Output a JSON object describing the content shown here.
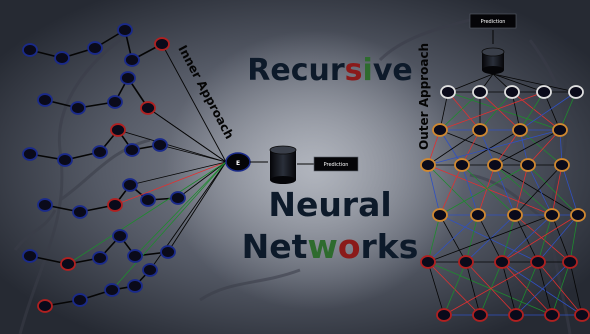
{
  "title": {
    "line1": [
      {
        "text": "Recur",
        "color": "#0d1a2a"
      },
      {
        "text": "s",
        "color": "#8b1a1a"
      },
      {
        "text": "i",
        "color": "#2e6b2e"
      },
      {
        "text": "ve",
        "color": "#0d1a2a"
      }
    ],
    "line2": [
      {
        "text": "N",
        "color": "#0d1a2a"
      },
      {
        "text": "eural",
        "color": "#0d1a2a"
      }
    ],
    "line3": [
      {
        "text": "Net",
        "color": "#0d1a2a"
      },
      {
        "text": "w",
        "color": "#2e6b2e"
      },
      {
        "text": "o",
        "color": "#8b1a1a"
      },
      {
        "text": "rks",
        "color": "#0d1a2a"
      }
    ]
  },
  "inner_label": "Inner Approach",
  "outer_label": "Outer Approach",
  "center_node_label": "E",
  "prediction_center": "Prediction",
  "prediction_top": "Prediction",
  "colors": {
    "background": "#4a4f5c",
    "node_fill": "#0a0a1a",
    "node_blue": "#1a2a8a",
    "node_red": "#b02020",
    "node_white": "#e0e0e0",
    "node_orange": "#d08830",
    "edge_red": "#e03030",
    "edge_green": "#1e8a2e",
    "edge_blue": "#3050c0",
    "edge_black": "#050505"
  }
}
